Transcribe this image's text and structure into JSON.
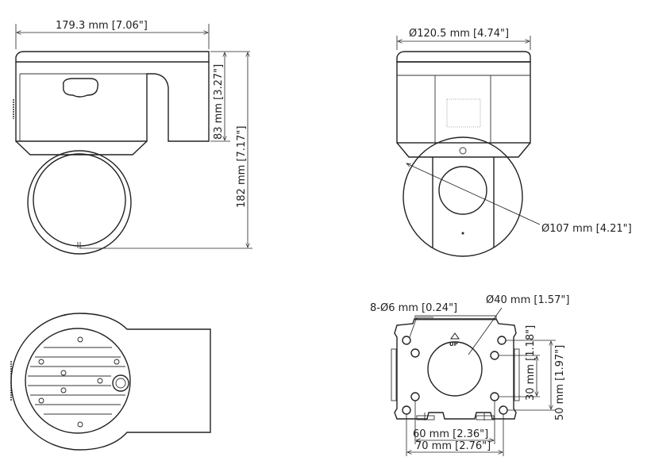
{
  "side_view": {
    "width_label": "179.3 mm [7.06\"]",
    "mount_height_label": "83 mm [3.27\"]",
    "total_height_label": "182 mm [7.17\"]"
  },
  "front_view": {
    "housing_diameter_label": "Ø120.5 mm [4.74\"]",
    "dome_diameter_label": "Ø107 mm [4.21\"]"
  },
  "mount_plate": {
    "holes_label": "8-Ø6 mm [0.24\"]",
    "center_hole_label": "Ø40 mm [1.57\"]",
    "up_marker": "UP",
    "inner_vertical_label": "30 mm [1.18\"]",
    "outer_vertical_label": "50 mm [1.97\"]",
    "inner_horizontal_label": "60 mm [2.36\"]",
    "outer_horizontal_label": "70 mm [2.76\"]"
  }
}
